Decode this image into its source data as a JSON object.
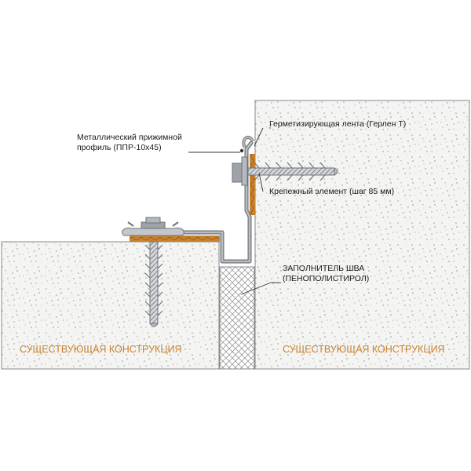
{
  "labels": {
    "profile_line1": "Металлический прижимной",
    "profile_line2": "профиль  (ППР-10х45)",
    "sealing_tape": "Герметизирующая лента  (Герлен Т)",
    "fastener": "Крепежный элемент (шаг 85 мм)",
    "filler_line1": "ЗАПОЛНИТЕЛЬ ШВА",
    "filler_line2": "(ПЕНОПОЛИСТИРОЛ)",
    "structure_left": "СУЩЕСТВУЮЩАЯ КОНСТРУКЦИЯ",
    "structure_right": "СУЩЕСТВУЮЩАЯ КОНСТРУКЦИЯ"
  },
  "colors": {
    "concrete_fill": "#f4f4f2",
    "concrete_outline": "#8a8a8a",
    "sealant": "#c8822e",
    "profile_metal": "#a9adb2",
    "leader": "#333333",
    "label_orange": "#c8822e"
  }
}
